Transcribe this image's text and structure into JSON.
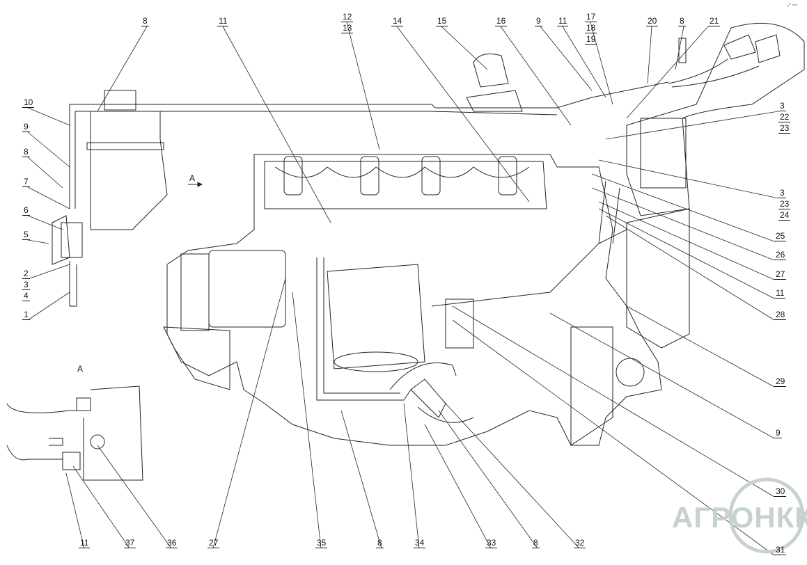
{
  "drawing": {
    "corner_mark": "₀⁰ ▫▫▫",
    "view_label_section": "A",
    "view_label_arrow": "A",
    "watermark": "АГРОНКК",
    "callouts": [
      {
        "id": "top-8",
        "text": "8"
      },
      {
        "id": "top-11",
        "text": "11"
      },
      {
        "id": "top-12",
        "text": "12"
      },
      {
        "id": "top-13",
        "text": "13"
      },
      {
        "id": "top-14",
        "text": "14"
      },
      {
        "id": "top-15",
        "text": "15"
      },
      {
        "id": "top-16",
        "text": "16"
      },
      {
        "id": "top-9",
        "text": "9"
      },
      {
        "id": "top-11b",
        "text": "11"
      },
      {
        "id": "top-17",
        "text": "17"
      },
      {
        "id": "top-18",
        "text": "18"
      },
      {
        "id": "top-19",
        "text": "19"
      },
      {
        "id": "top-20",
        "text": "20"
      },
      {
        "id": "top-8b",
        "text": "8"
      },
      {
        "id": "top-21",
        "text": "21"
      },
      {
        "id": "r-3a",
        "text": "3"
      },
      {
        "id": "r-22",
        "text": "22"
      },
      {
        "id": "r-23a",
        "text": "23"
      },
      {
        "id": "r-3b",
        "text": "3"
      },
      {
        "id": "r-23b",
        "text": "23"
      },
      {
        "id": "r-24",
        "text": "24"
      },
      {
        "id": "r-25",
        "text": "25"
      },
      {
        "id": "r-26",
        "text": "26"
      },
      {
        "id": "r-27",
        "text": "27"
      },
      {
        "id": "r-11",
        "text": "11"
      },
      {
        "id": "r-28",
        "text": "28"
      },
      {
        "id": "r-29",
        "text": "29"
      },
      {
        "id": "r-9",
        "text": "9"
      },
      {
        "id": "r-30",
        "text": "30"
      },
      {
        "id": "r-31",
        "text": "31"
      },
      {
        "id": "l-10",
        "text": "10"
      },
      {
        "id": "l-9",
        "text": "9"
      },
      {
        "id": "l-8",
        "text": "8"
      },
      {
        "id": "l-7",
        "text": "7"
      },
      {
        "id": "l-6",
        "text": "6"
      },
      {
        "id": "l-5",
        "text": "5"
      },
      {
        "id": "l-2",
        "text": "2"
      },
      {
        "id": "l-3",
        "text": "3"
      },
      {
        "id": "l-4",
        "text": "4"
      },
      {
        "id": "l-1",
        "text": "1"
      },
      {
        "id": "b-11",
        "text": "11"
      },
      {
        "id": "b-37",
        "text": "37"
      },
      {
        "id": "b-36",
        "text": "36"
      },
      {
        "id": "b-27",
        "text": "27"
      },
      {
        "id": "b-35",
        "text": "35"
      },
      {
        "id": "b-8",
        "text": "8"
      },
      {
        "id": "b-34",
        "text": "34"
      },
      {
        "id": "b-33",
        "text": "33"
      },
      {
        "id": "b-8b",
        "text": "8"
      },
      {
        "id": "b-32",
        "text": "32"
      }
    ]
  }
}
